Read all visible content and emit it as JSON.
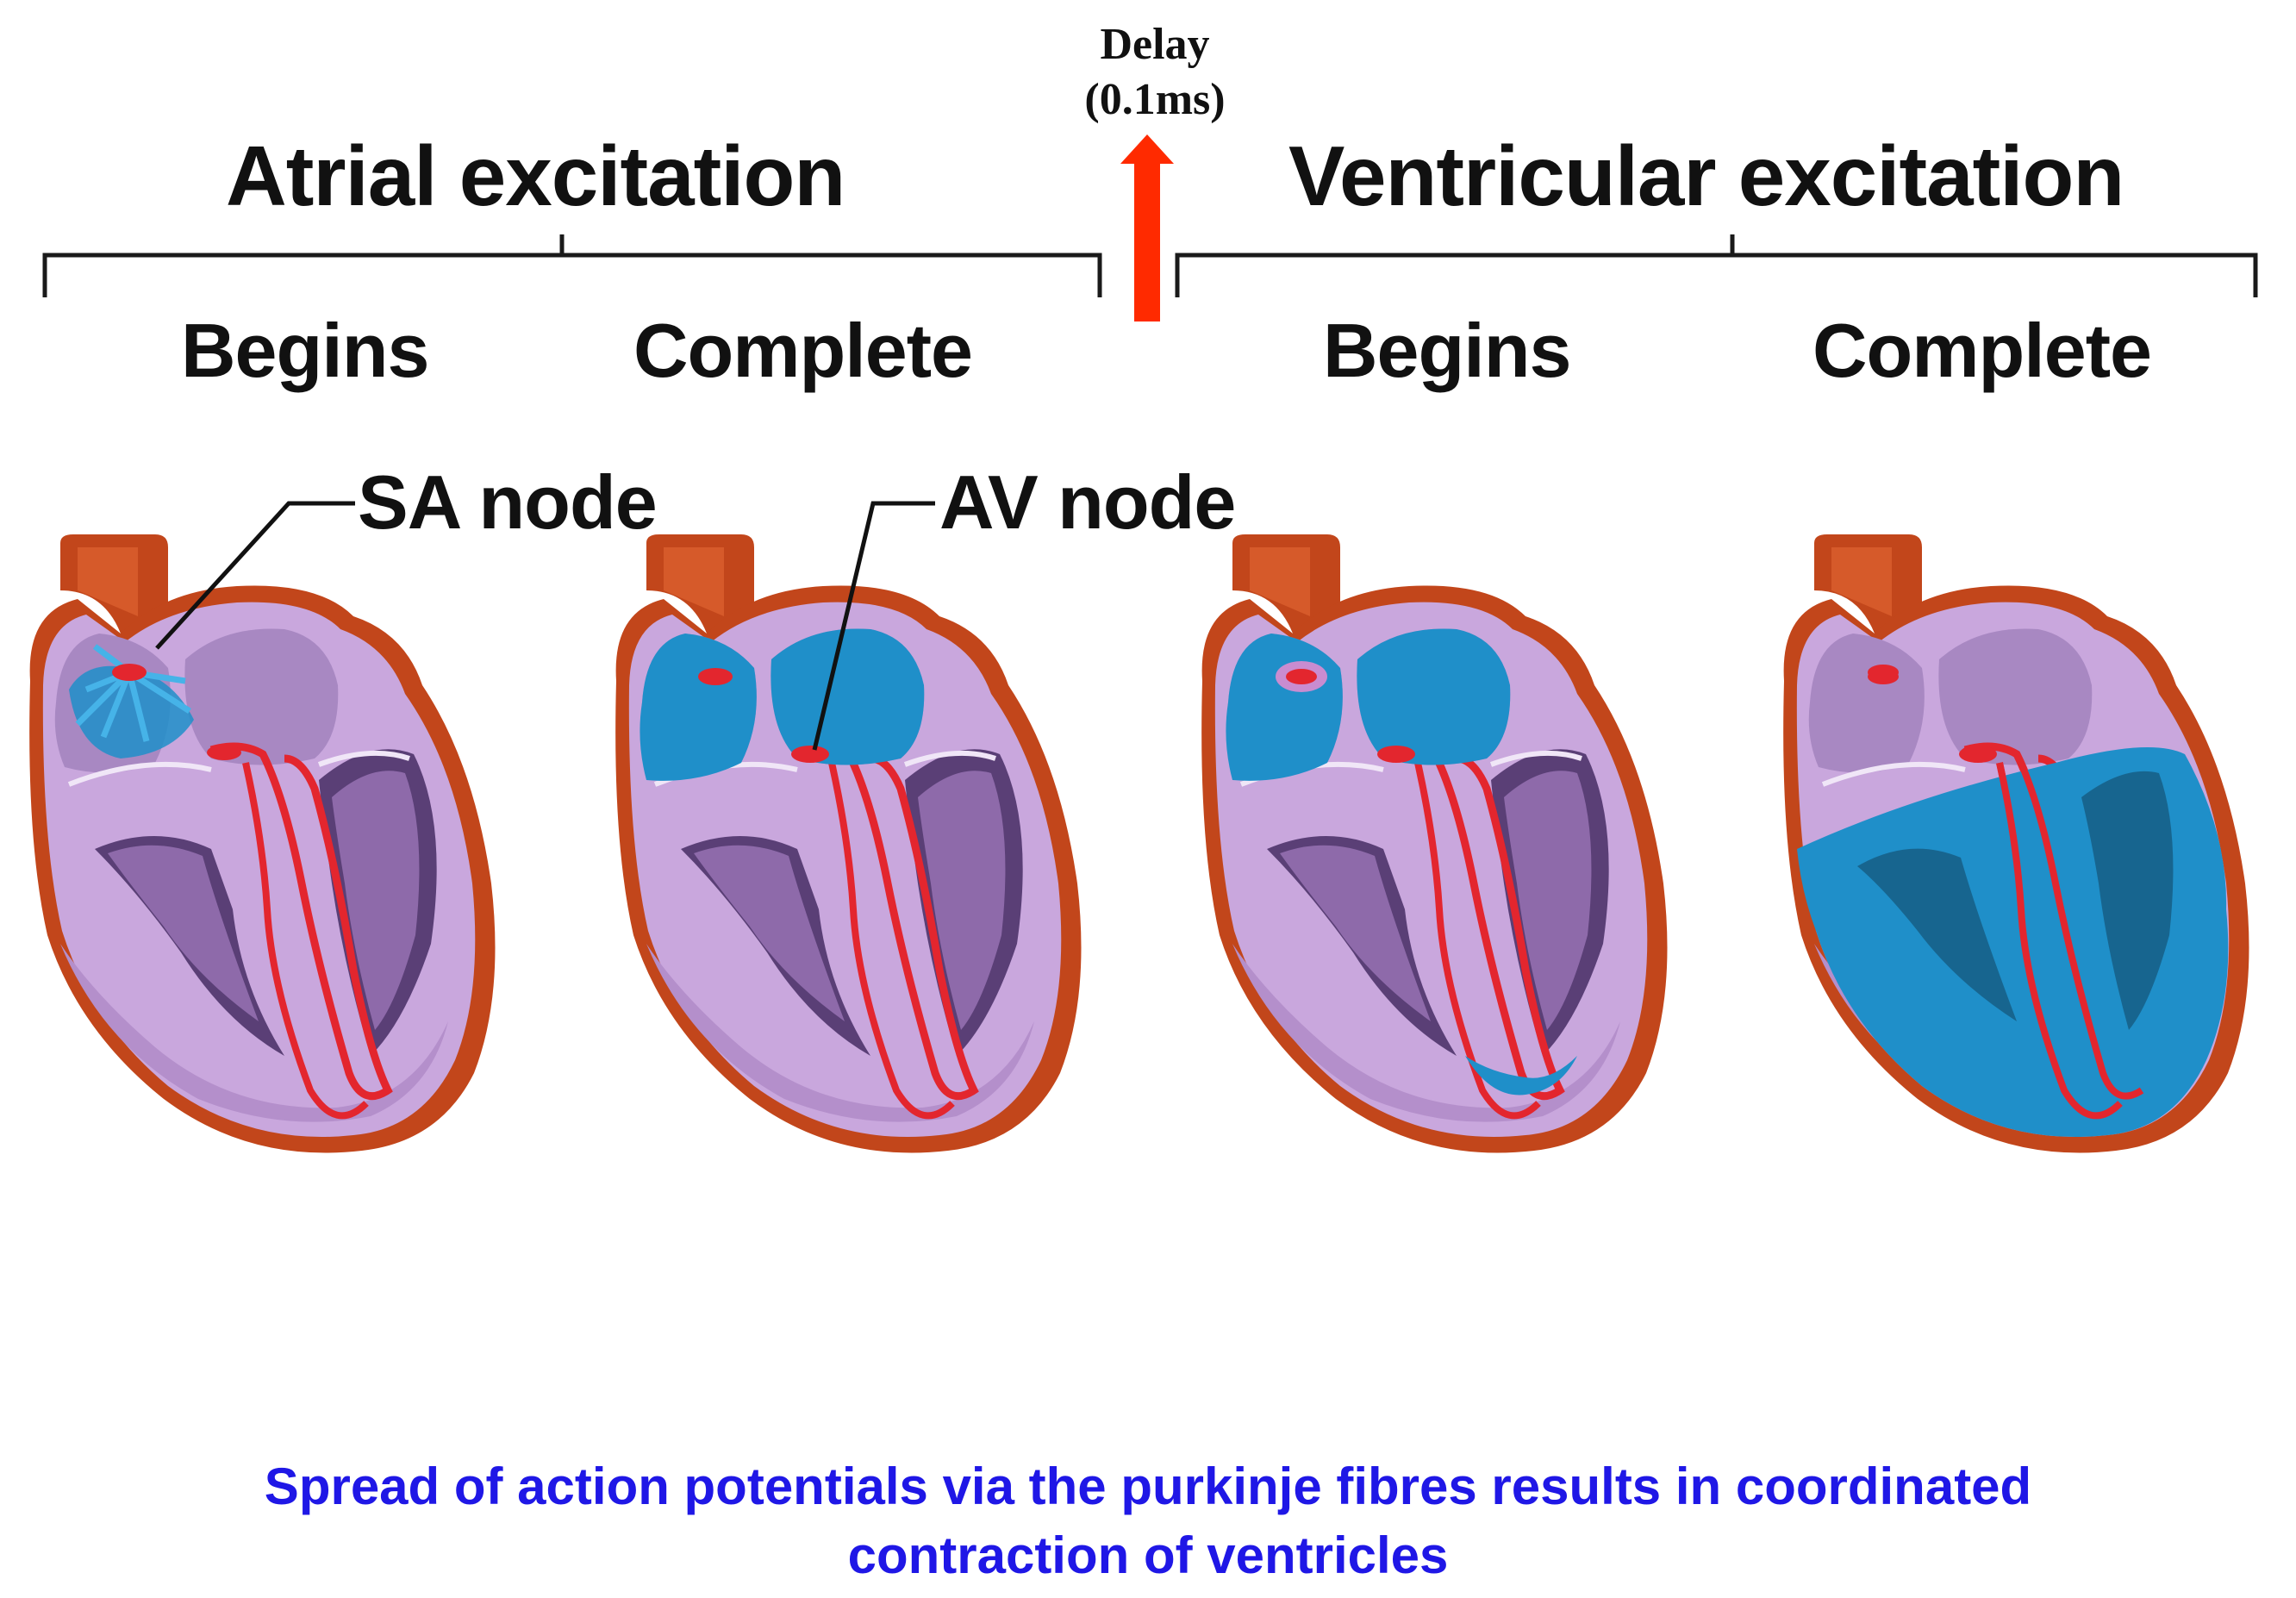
{
  "delay": {
    "line1": "Delay",
    "line2": "(0.1ms)"
  },
  "atrial": {
    "title": "Atrial excitation",
    "begins": "Begins",
    "complete": "Complete"
  },
  "ventricular": {
    "title": "Ventricular excitation",
    "begins": "Begins",
    "complete": "Complete"
  },
  "labels": {
    "sa_node": "SA node",
    "av_node": "AV node"
  },
  "caption": {
    "line1": "Spread of action potentials via the purkinje fibres results in coordinated",
    "line2": "contraction of ventricles"
  },
  "colors": {
    "arrow": "#ff2a00",
    "caption": "#1f17e6",
    "muscle": "#c9a7dd",
    "excited": "#1f8fc9",
    "vessel": "#c2461b",
    "node": "#e3262e"
  }
}
